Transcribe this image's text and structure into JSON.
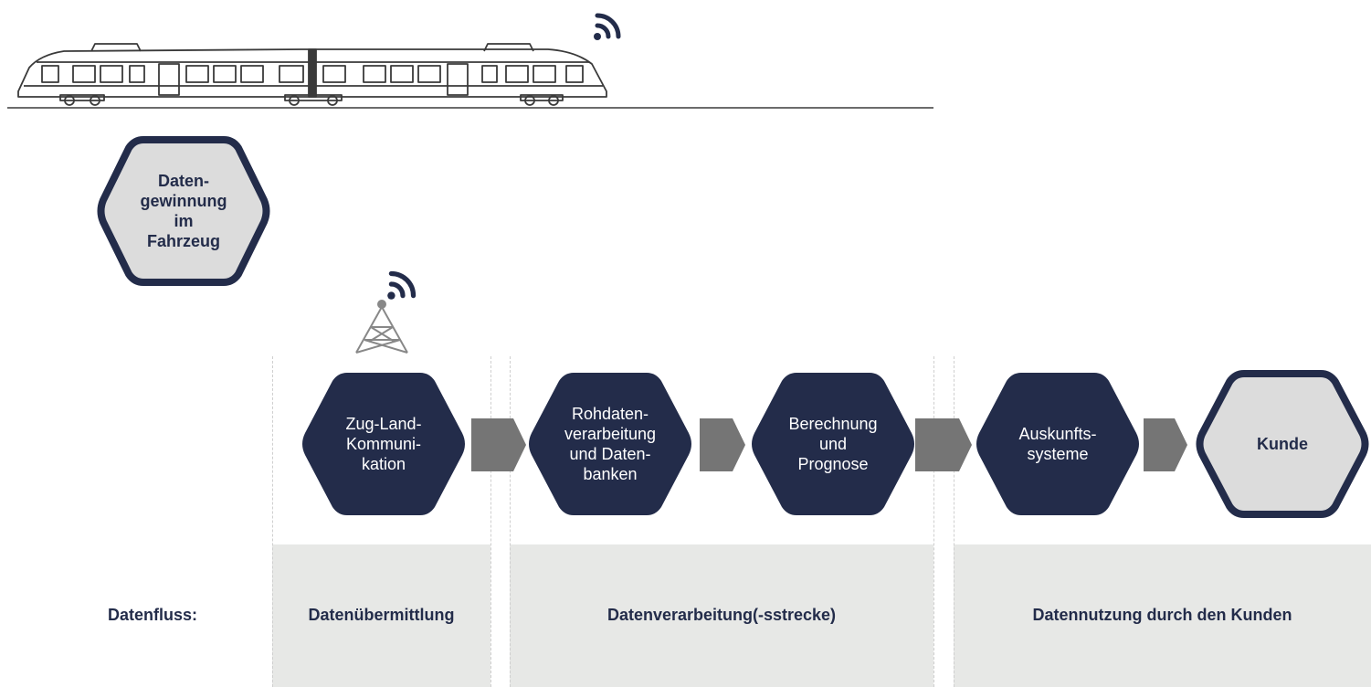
{
  "colors": {
    "hex_dark": "#232c4a",
    "hex_light_fill": "#dcdcdc",
    "arrow": "#757575",
    "band": "#e7e8e6",
    "line_art": "#3a3a3a",
    "mast": "#888888"
  },
  "icons": {
    "train": "regional-train-icon",
    "train_signal": "wifi-signal-icon",
    "mast": "radio-mast-icon",
    "mast_signal": "wifi-signal-icon"
  },
  "stage_fahrzeug": {
    "label": "Daten-\ngewinnung\nim\nFahrzeug"
  },
  "stages": [
    {
      "label": "Zug-Land-\nKommuni-\nkation"
    },
    {
      "label": "Rohdaten-\nverarbeitung\nund Daten-\nbanken"
    },
    {
      "label": "Berechnung\nund\nPrognose"
    },
    {
      "label": "Auskunfts-\nsysteme"
    }
  ],
  "stage_kunde": {
    "label": "Kunde"
  },
  "flow": {
    "label": "Datenfluss:",
    "phases": [
      {
        "label": "Datenübermittlung"
      },
      {
        "label": "Datenverarbeitung(-sstrecke)"
      },
      {
        "label": "Datennutzung durch den Kunden"
      }
    ]
  }
}
